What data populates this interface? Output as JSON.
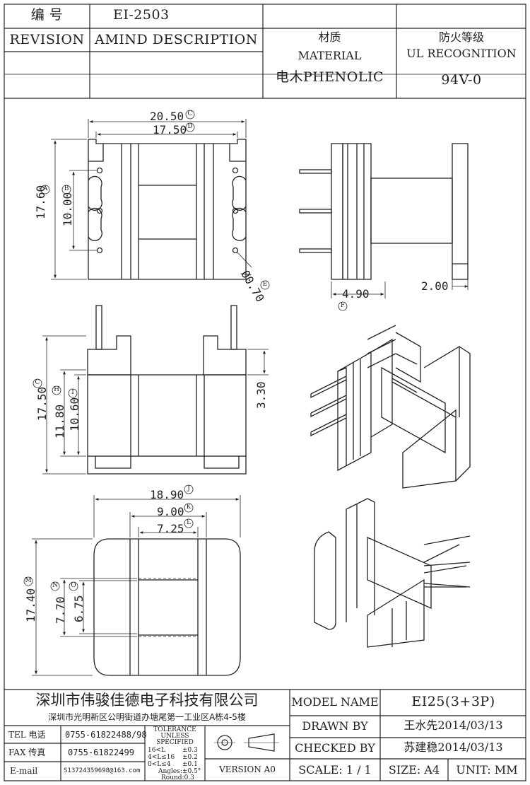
{
  "header": {
    "code_label": "编    号",
    "code_value": "EI-2503",
    "revision_label": "REVISION",
    "amend_label": "AMIND DESCRIPTION",
    "material_cn": "材质",
    "material_en": "MATERIAL",
    "material_value": "电木PHENOLIC",
    "ul_cn": "防火等级",
    "ul_en": "UL RECOGNITION",
    "ul_value": "94V-0"
  },
  "dimensions": {
    "top_width_c": "20.50",
    "top_width_d": "17.50",
    "top_height_a": "17.60",
    "top_pitch_b": "10.00",
    "pin_dia_e": "Ø0.70",
    "side_pin_f": "4.90",
    "side_flange": "2.00",
    "front_height_c": "17.50",
    "front_h": "11.80",
    "front_i": "10.60",
    "front_step": "3.30",
    "bottom_width_j": "18.90",
    "bottom_k": "9.00",
    "bottom_l": "7.25",
    "bottom_height_m": "17.40",
    "bottom_n": "7.70",
    "bottom_o": "6.75"
  },
  "callouts": {
    "a": "A",
    "b": "B",
    "c": "C",
    "d": "D",
    "e": "E",
    "f": "F",
    "g": "C",
    "h": "H",
    "i": "I",
    "j": "J",
    "k": "K",
    "l": "L",
    "m": "M",
    "n": "N",
    "o": "O"
  },
  "footer": {
    "company": "深圳市伟骏佳德电子科技有限公司",
    "address": "深圳市光明新区公明街道办塘尾第一工业区A栋4-5楼",
    "tel_label": "TEL 电话",
    "tel_value": "0755-61822488/98",
    "fax_label": "FAX 传真",
    "fax_value": "0755-61822499",
    "email_label": "E-mail",
    "email_value": "S13724359698@163.com",
    "tolerance": [
      "TOLERANCE",
      "UNLESS",
      "SPECIFIED",
      "16<L",
      "±0.3",
      "4<L≤16",
      "±0.2",
      "0<L≤4",
      "±0.1",
      "Angles:±0.5°",
      "Round:0.3"
    ],
    "version": "VERSION A0",
    "model_label": "MODEL NAME",
    "model_value": "EI25(3+3P)",
    "drawn_label": "DRAWN BY",
    "drawn_value": "王水先2014/03/13",
    "checked_label": "CHECKED BY",
    "checked_value": "苏建稳2014/03/13",
    "scale": "SCALE: 1 / 1",
    "size": "SIZE: A4",
    "unit": "UNIT: MM"
  }
}
